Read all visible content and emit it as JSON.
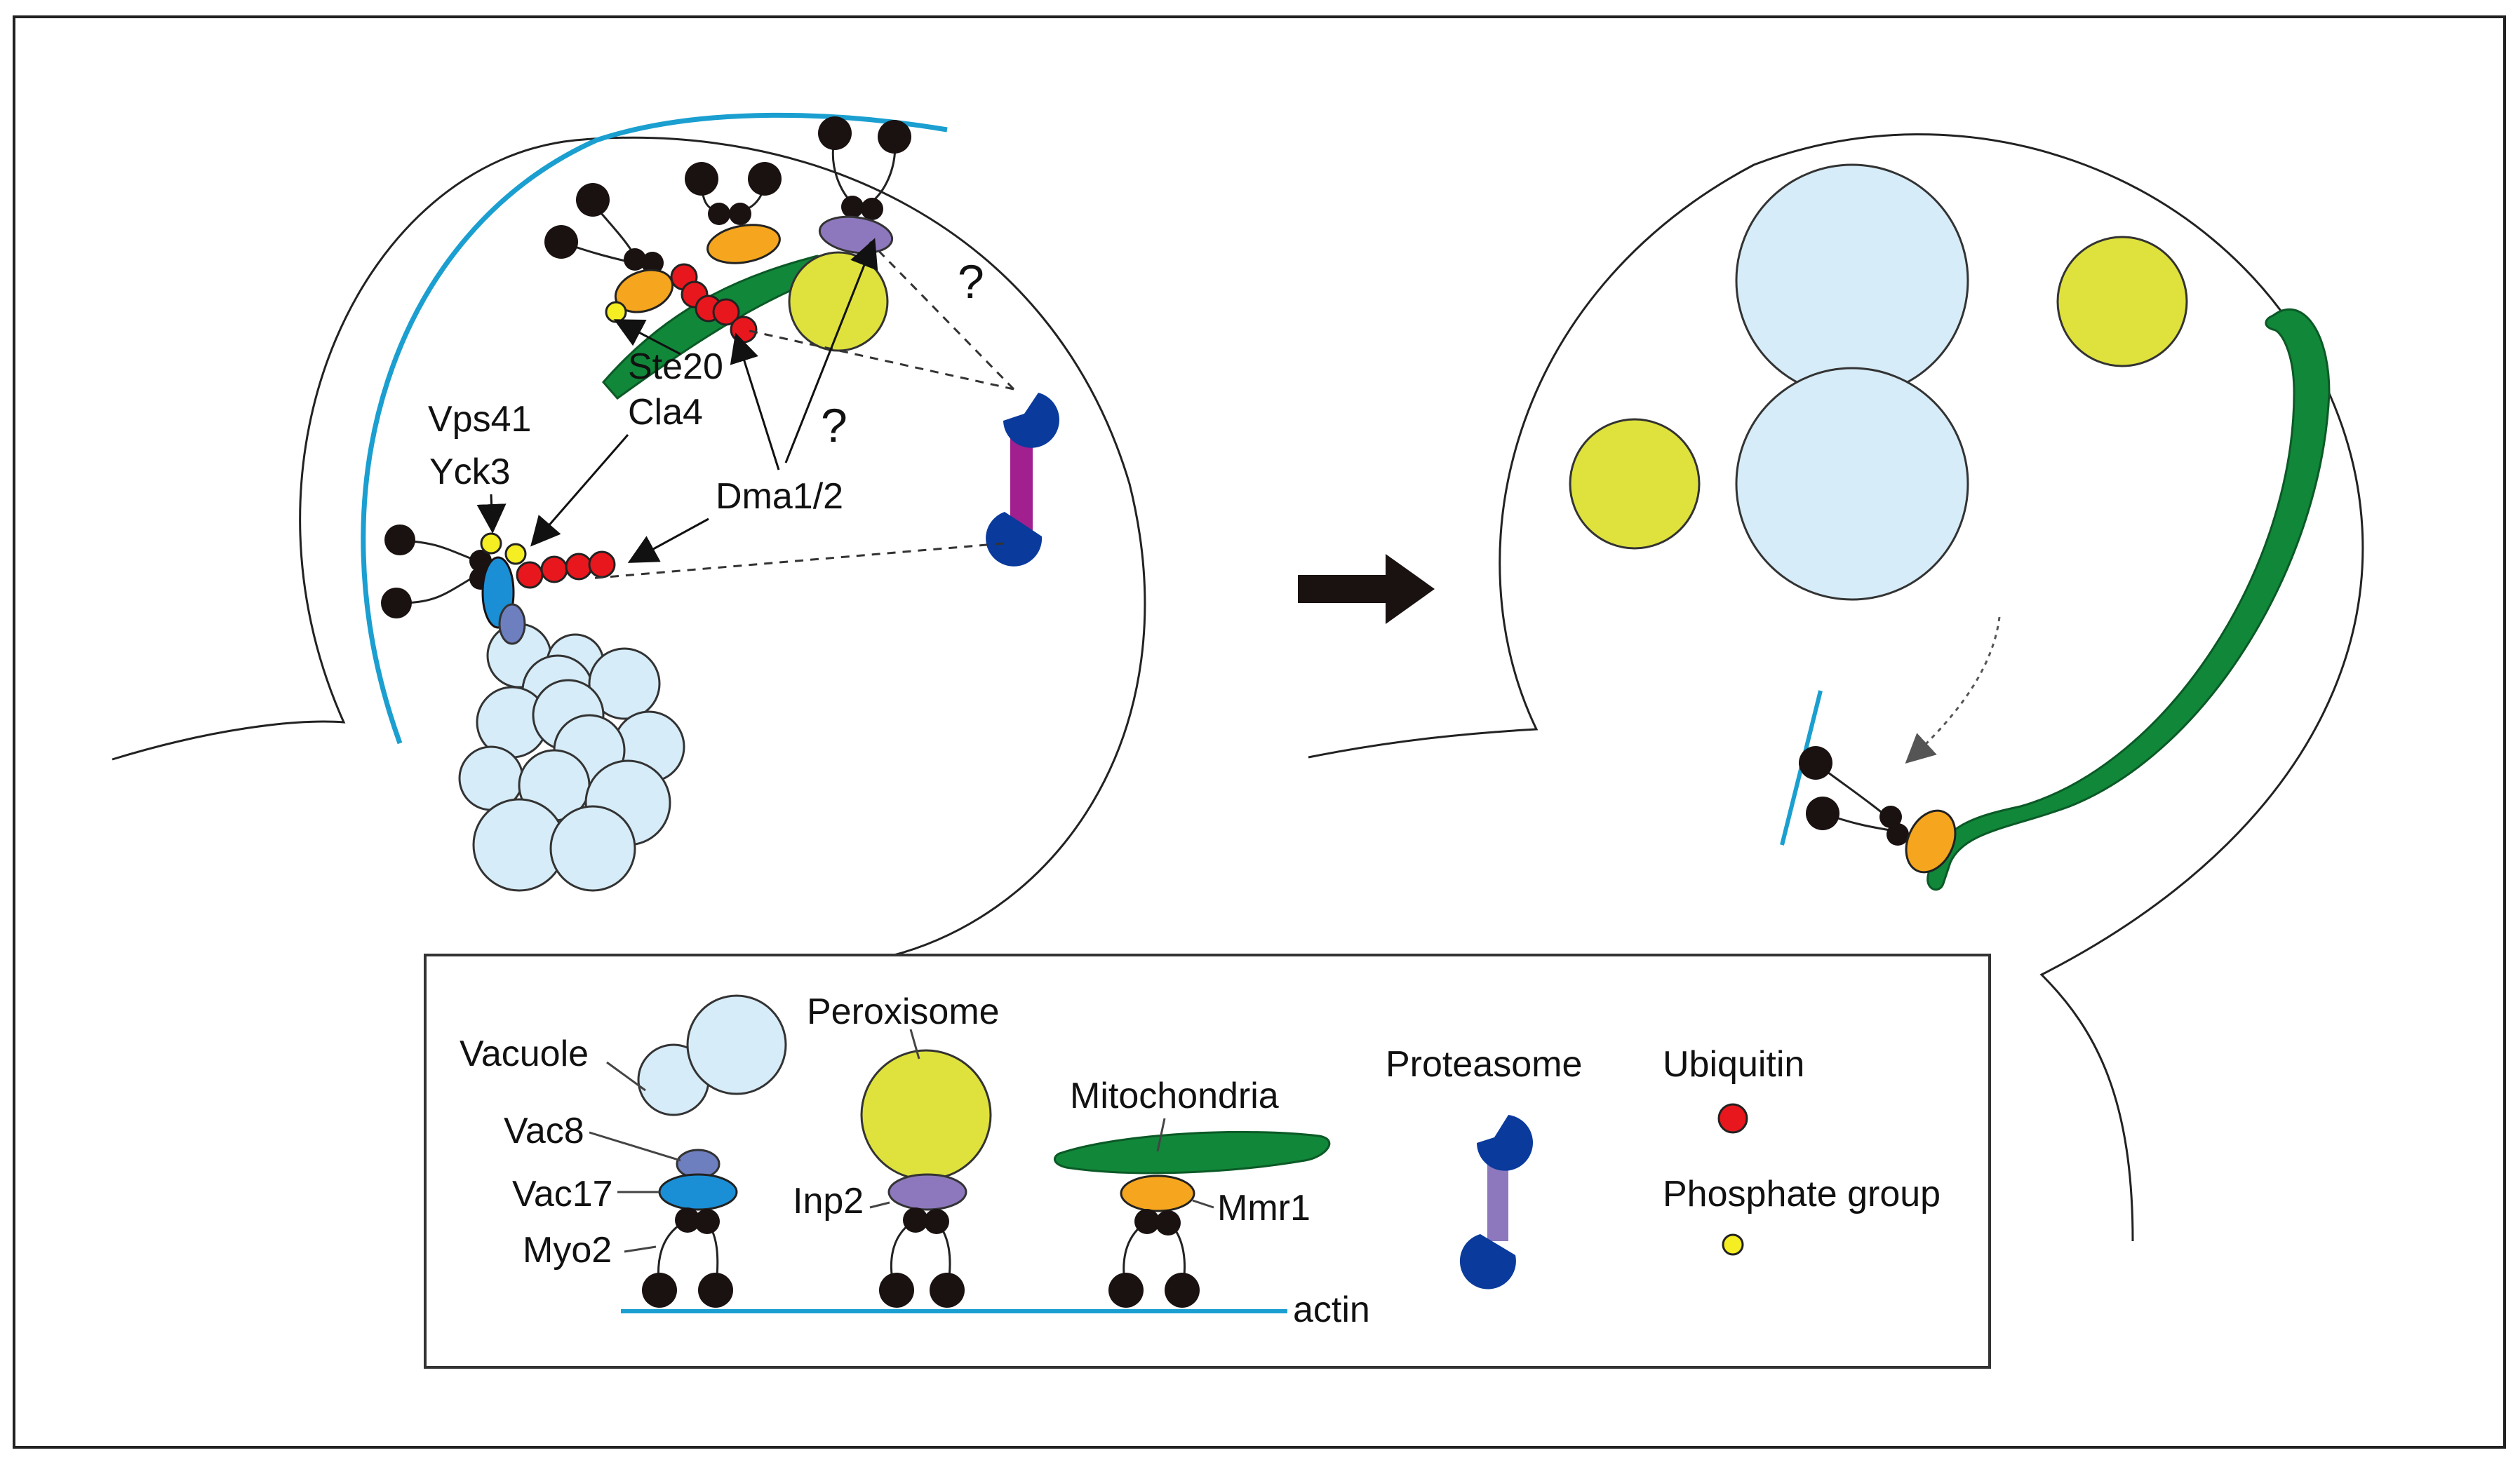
{
  "left_cell": {
    "labels": {
      "vps41": "Vps41",
      "yck3": "Yck3",
      "ste20": "Ste20",
      "cla4": "Cla4",
      "dma": "Dma1/2",
      "question": "?"
    }
  },
  "legend": {
    "vacuole": "Vacuole",
    "vac8": "Vac8",
    "vac17": "Vac17",
    "myo2": "Myo2",
    "peroxisome": "Peroxisome",
    "inp2": "Inp2",
    "mitochondria": "Mitochondria",
    "mmr1": "Mmr1",
    "proteasome": "Proteasome",
    "ubiquitin": "Ubiquitin",
    "phosphate": "Phosphate group",
    "actin": "actin"
  },
  "colors": {
    "vacuole": "#d6ecf8",
    "peroxisome": "#dfe23c",
    "mitochondria": "#11873a",
    "mmr1": "#f5a61e",
    "vac17": "#1a8fd6",
    "vac8": "#6e7fc0",
    "inp2": "#8d78bd",
    "proteasome": "#0a3a9c",
    "ubiquitin": "#e8171d",
    "phosphate": "#f4ee22",
    "actin": "#1a9fd0",
    "myo2": "#1a1111"
  }
}
